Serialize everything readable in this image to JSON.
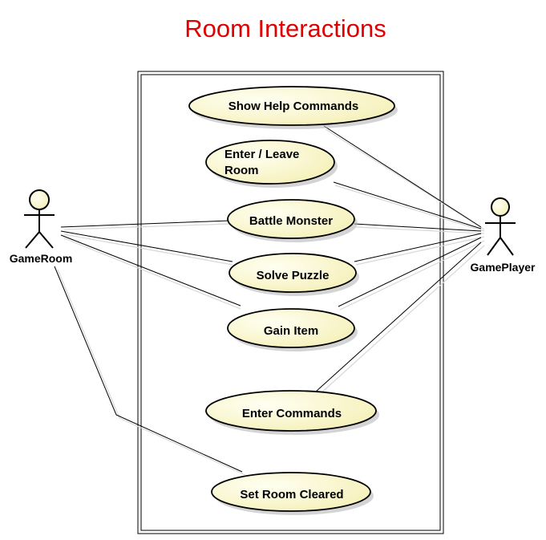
{
  "diagram": {
    "title": "Room Interactions",
    "colors": {
      "title": "#e00000",
      "usecase_fill_light": "#fffff2",
      "usecase_fill_dark": "#f5f0b8",
      "line": "#000000"
    },
    "actors": [
      {
        "id": "gameroom",
        "name": "GameRoom"
      },
      {
        "id": "gameplayer",
        "name": "GamePlayer"
      }
    ],
    "usecases": [
      {
        "id": "show-help-commands",
        "lines": [
          "Show Help Commands"
        ]
      },
      {
        "id": "enter-leave-room",
        "lines": [
          "Enter / Leave",
          "Room"
        ]
      },
      {
        "id": "battle-monster",
        "lines": [
          "Battle Monster"
        ]
      },
      {
        "id": "solve-puzzle",
        "lines": [
          "Solve Puzzle"
        ]
      },
      {
        "id": "gain-item",
        "lines": [
          "Gain Item"
        ]
      },
      {
        "id": "enter-commands",
        "lines": [
          "Enter Commands"
        ]
      },
      {
        "id": "set-room-cleared",
        "lines": [
          "Set Room Cleared"
        ]
      }
    ],
    "associations": [
      {
        "actor": "gameplayer",
        "usecase": "show-help-commands"
      },
      {
        "actor": "gameplayer",
        "usecase": "enter-leave-room"
      },
      {
        "actor": "gameplayer",
        "usecase": "battle-monster"
      },
      {
        "actor": "gameplayer",
        "usecase": "solve-puzzle"
      },
      {
        "actor": "gameplayer",
        "usecase": "gain-item"
      },
      {
        "actor": "gameplayer",
        "usecase": "enter-commands"
      },
      {
        "actor": "gameroom",
        "usecase": "battle-monster"
      },
      {
        "actor": "gameroom",
        "usecase": "solve-puzzle"
      },
      {
        "actor": "gameroom",
        "usecase": "gain-item"
      },
      {
        "actor": "gameroom",
        "usecase": "set-room-cleared"
      }
    ]
  }
}
